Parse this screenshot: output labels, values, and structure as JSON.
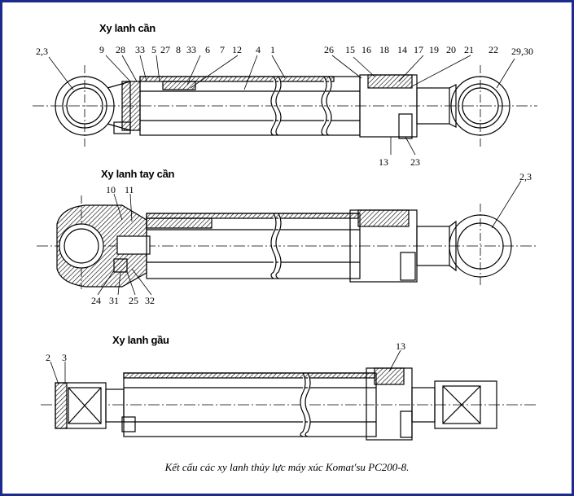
{
  "diagram": {
    "caption": "Kết cấu các xy lanh thủy lực  máy xúc Komat'su PC200-8.",
    "sections": [
      {
        "id": "boom",
        "title": "Xy lanh cần",
        "callouts_top": [
          "2,3",
          "9",
          "28",
          "33",
          "5",
          "27",
          "8",
          "33",
          "6",
          "7",
          "12",
          "4",
          "1",
          "26",
          "15",
          "16",
          "18",
          "14",
          "17",
          "19",
          "20",
          "21",
          "22",
          "29,30"
        ],
        "callouts_bottom": [
          "13",
          "23"
        ]
      },
      {
        "id": "arm",
        "title": "Xy lanh tay cần",
        "callouts_top": [
          "10",
          "11",
          "2,3"
        ],
        "callouts_bottom": [
          "24",
          "31",
          "25",
          "32"
        ]
      },
      {
        "id": "bucket",
        "title": "Xy lanh gầu",
        "callouts_top": [
          "2",
          "3",
          "13"
        ],
        "callouts_bottom": []
      }
    ]
  }
}
